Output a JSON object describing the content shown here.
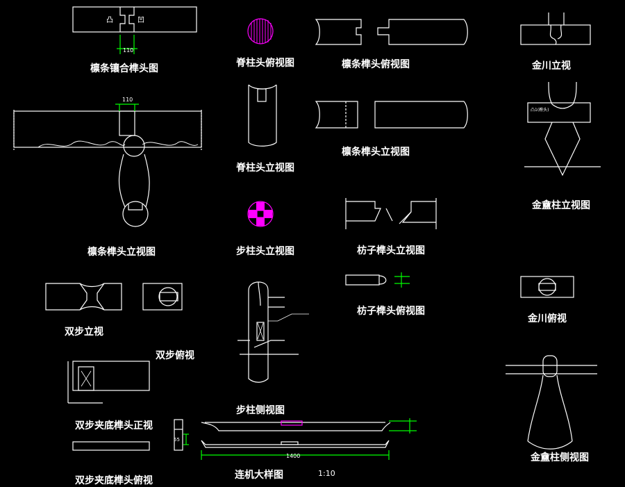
{
  "colors": {
    "background": "#000000",
    "line": "#ffffff",
    "dimension": "#00ff00",
    "magenta": "#ff00ff"
  },
  "labels": {
    "t1": "檩条镶合榫头图",
    "t2": "脊柱头俯视图",
    "t3": "檩条榫头俯视图",
    "t4": "金川立视",
    "t5": "脊柱头立视图",
    "t6": "檩条榫头立视图",
    "t7": "金盦柱立视图",
    "t8": "檩条榫头立视图",
    "t9": "步柱头立视图",
    "t10": "枋子榫头立视图",
    "t11": "枋子榫头俯视图",
    "t12": "金川俯视",
    "t13": "双步立视",
    "t14": "双步俯视",
    "t15": "步柱侧视图",
    "t16": "双步夹底榫头正视",
    "t17": "金盦柱侧视图",
    "t18": "双步夹底榫头俯视",
    "t19": "连机大样图",
    "scale": "1:10"
  },
  "dims": {
    "d110a": "110",
    "d110b": "110",
    "d1400": "1400",
    "d55": "55"
  },
  "small_text": {
    "tenon_a": "凸",
    "tenon_b": "凹",
    "note_a": "凸1(榫头)"
  }
}
